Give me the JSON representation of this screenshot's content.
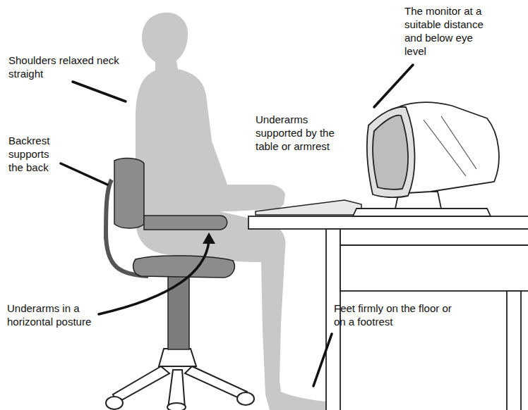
{
  "diagram": {
    "labels": [
      "Shoulders relaxed neck straight",
      "The monitor at a suitable distance and below eye level",
      "Backrest supports the back",
      "Underarms supported by the table or armrest",
      "Underarms in a horizontal posture",
      "Feet firmly on the floor or on a footrest"
    ]
  }
}
